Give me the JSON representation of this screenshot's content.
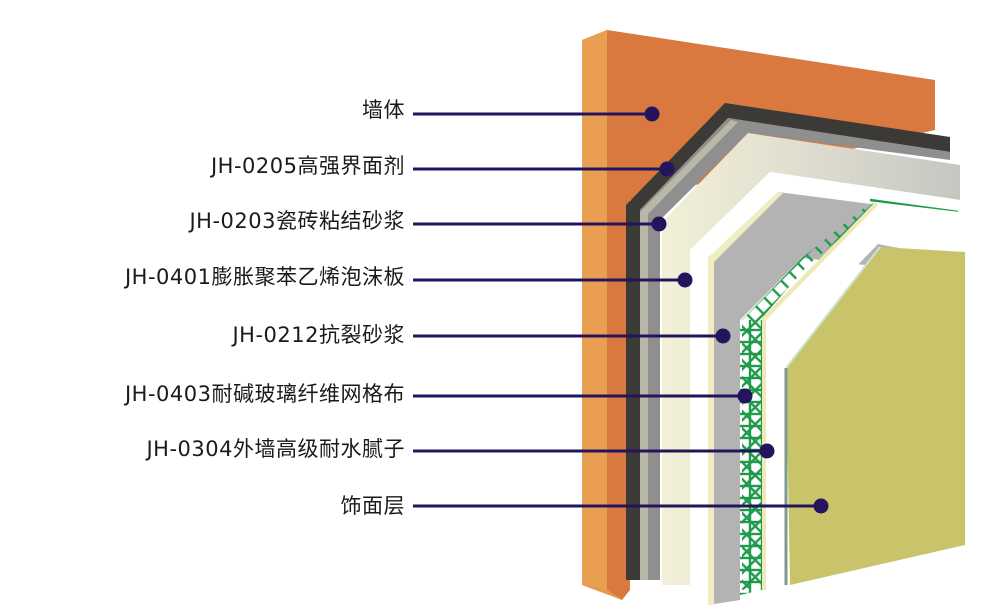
{
  "diagram": {
    "title": "",
    "colors": {
      "wall_front": "#d9783f",
      "wall_side": "#e39a4c",
      "interface_agent": "#3b3a36",
      "tile_mortar": "#8f8f8f",
      "tile_mortar_light": "#b9b8a8",
      "eps_board": "#ffffff",
      "eps_edge": "#f1efd9",
      "crack_mortar": "#b3b3b3",
      "mesh": "#1f9a4a",
      "putty": "#ffffff",
      "finish": "#c9c46a",
      "leader": "#24145e"
    },
    "layers": [
      {
        "id": "wall",
        "label": "墙体"
      },
      {
        "id": "interface-agent",
        "label": "JH-0205高强界面剂"
      },
      {
        "id": "tile-adhesive-mortar",
        "label": "JH-0203瓷砖粘结砂浆"
      },
      {
        "id": "eps-board",
        "label": "JH-0401膨胀聚苯乙烯泡沫板"
      },
      {
        "id": "anti-crack-mortar",
        "label": "JH-0212抗裂砂浆"
      },
      {
        "id": "fiberglass-mesh",
        "label": "JH-0403耐碱玻璃纤维网格布"
      },
      {
        "id": "putty",
        "label": "JH-0304外墙高级耐水腻子"
      },
      {
        "id": "finish-layer",
        "label": "饰面层"
      }
    ]
  }
}
